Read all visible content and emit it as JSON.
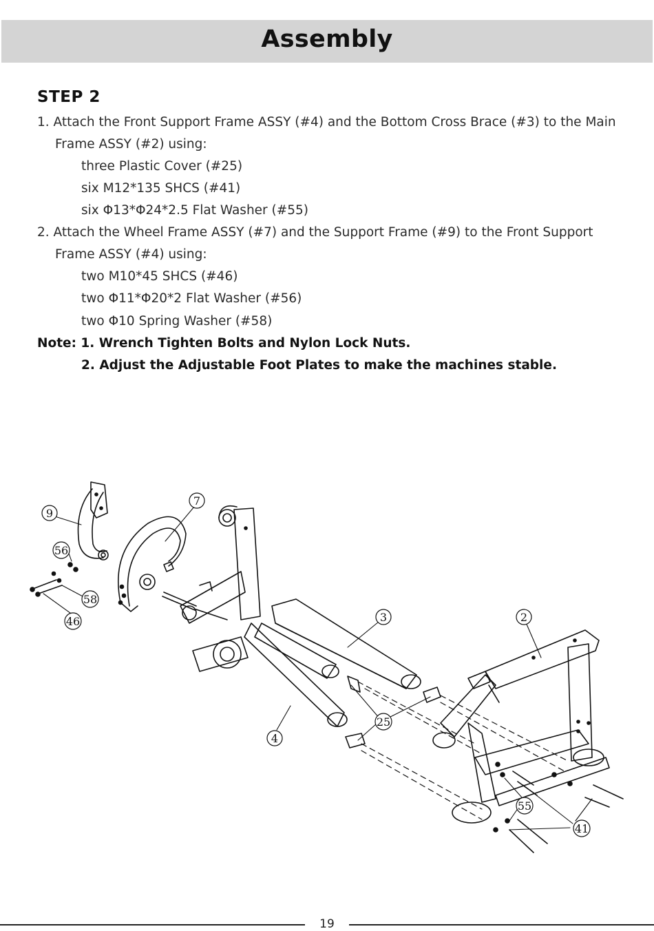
{
  "header": {
    "title": "Assembly"
  },
  "step": {
    "title": "STEP 2",
    "lines": [
      "1. Attach the Front Support Frame ASSY (#4) and the Bottom Cross Brace (#3) to the Main",
      "Frame ASSY (#2) using:",
      "three Plastic Cover (#25)",
      "six M12*135 SHCS (#41)",
      "six Φ13*Φ24*2.5 Flat Washer (#55)",
      "2. Attach the Wheel Frame ASSY (#7) and the Support Frame (#9) to the Front Support",
      "Frame ASSY (#4) using:",
      "two M10*45 SHCS (#46)",
      "two Φ11*Φ20*2 Flat Washer (#56)",
      "two Φ10 Spring Washer (#58)"
    ],
    "notes": [
      "Note: 1. Wrench Tighten Bolts and Nylon Lock Nuts.",
      "2. Adjust the Adjustable Foot Plates to make the machines stable."
    ]
  },
  "callouts": {
    "c9": "9",
    "c56": "56",
    "c58": "58",
    "c46": "46",
    "c7": "7",
    "c3": "3",
    "c2": "2",
    "c25": "25",
    "c4": "4",
    "c55": "55",
    "c41": "41"
  },
  "footer": {
    "page_number": "19"
  }
}
